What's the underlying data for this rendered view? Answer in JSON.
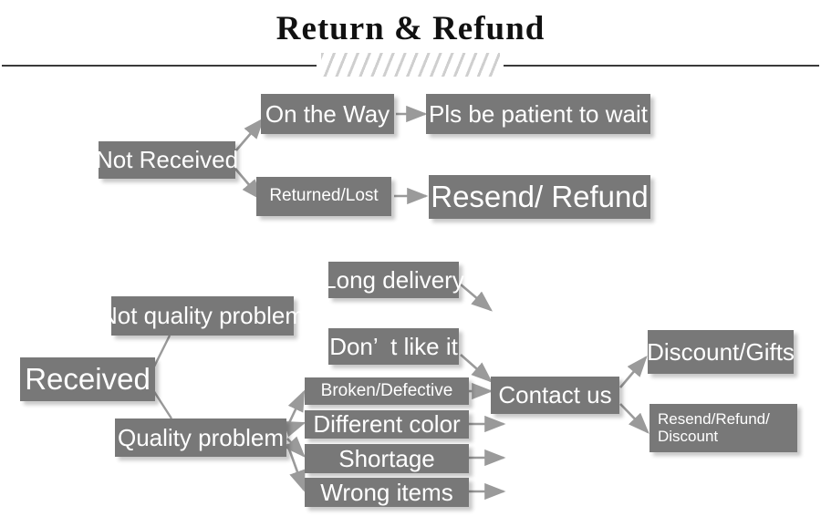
{
  "header": {
    "title": "Return & Refund",
    "divider_icon": "diagonal-hatch-divider"
  },
  "diagram": {
    "type": "flowchart",
    "accent_box_color": "#787878",
    "text_color": "#ffffff",
    "arrow_color": "#9a9a9a",
    "nodes": [
      {
        "id": "not-received",
        "label": "Not Received"
      },
      {
        "id": "on-the-way",
        "label": "On the Way"
      },
      {
        "id": "pls-be-patient",
        "label": "Pls be patient to wait"
      },
      {
        "id": "returned-lost",
        "label": "Returned/Lost"
      },
      {
        "id": "resend-refund",
        "label": "Resend/ Refund"
      },
      {
        "id": "received",
        "label": "Received"
      },
      {
        "id": "not-quality",
        "label": "Not quality problem"
      },
      {
        "id": "quality",
        "label": "Quality problem"
      },
      {
        "id": "long-delivery",
        "label": "Long delivery"
      },
      {
        "id": "dont-like-it",
        "label": "Don’  t like it"
      },
      {
        "id": "broken-defective",
        "label": "Broken/Defective"
      },
      {
        "id": "different-color",
        "label": "Different color"
      },
      {
        "id": "shortage",
        "label": "Shortage"
      },
      {
        "id": "wrong-items",
        "label": "Wrong items"
      },
      {
        "id": "contact-us",
        "label": "Contact us"
      },
      {
        "id": "discount-gifts",
        "label": "Discount/Gifts"
      },
      {
        "id": "resend-refund-discount",
        "label": "Resend/Refund/\nDiscount"
      }
    ],
    "edges": [
      {
        "from": "not-received",
        "to": "on-the-way"
      },
      {
        "from": "not-received",
        "to": "returned-lost"
      },
      {
        "from": "on-the-way",
        "to": "pls-be-patient"
      },
      {
        "from": "returned-lost",
        "to": "resend-refund"
      },
      {
        "from": "received",
        "to": "not-quality"
      },
      {
        "from": "received",
        "to": "quality"
      },
      {
        "from": "not-quality",
        "to": "long-delivery"
      },
      {
        "from": "not-quality",
        "to": "dont-like-it"
      },
      {
        "from": "quality",
        "to": "broken-defective"
      },
      {
        "from": "quality",
        "to": "different-color"
      },
      {
        "from": "quality",
        "to": "shortage"
      },
      {
        "from": "quality",
        "to": "wrong-items"
      },
      {
        "from": "long-delivery",
        "to": "contact-us"
      },
      {
        "from": "dont-like-it",
        "to": "contact-us"
      },
      {
        "from": "broken-defective",
        "to": "contact-us"
      },
      {
        "from": "different-color",
        "to": "contact-us"
      },
      {
        "from": "shortage",
        "to": "contact-us"
      },
      {
        "from": "wrong-items",
        "to": "contact-us"
      },
      {
        "from": "contact-us",
        "to": "discount-gifts"
      },
      {
        "from": "contact-us",
        "to": "resend-refund-discount"
      }
    ]
  }
}
